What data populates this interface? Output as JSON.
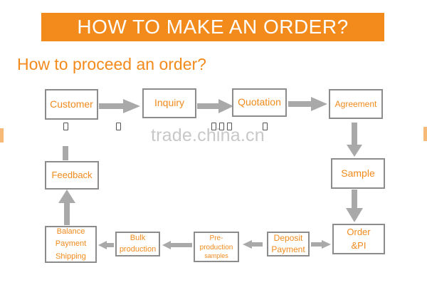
{
  "banner": {
    "title": "HOW TO MAKE AN ORDER?"
  },
  "subtitle": "How to proceed an order?",
  "watermark": "trade.china.cn",
  "colors": {
    "accent": "#f28a1c",
    "border": "#8c8c8c",
    "arrow": "#a9a9a9"
  },
  "steps": {
    "customer": "Customer",
    "inquiry": "Inquiry",
    "quotation": "Quotation",
    "agreement": "Agreement",
    "sample": "Sample",
    "order_line1": "Order",
    "order_line2": "&PI",
    "deposit_line1": "Deposit",
    "deposit_line2": "Payment",
    "preprod_line1": "Pre-",
    "preprod_line2": "production",
    "preprod_line3": "samples",
    "bulk_line1": "Bulk",
    "bulk_line2": "production",
    "balance_line1": "Balance",
    "balance_line2": "Payment",
    "balance_line3": "Shipping",
    "feedback": "Feedback"
  }
}
